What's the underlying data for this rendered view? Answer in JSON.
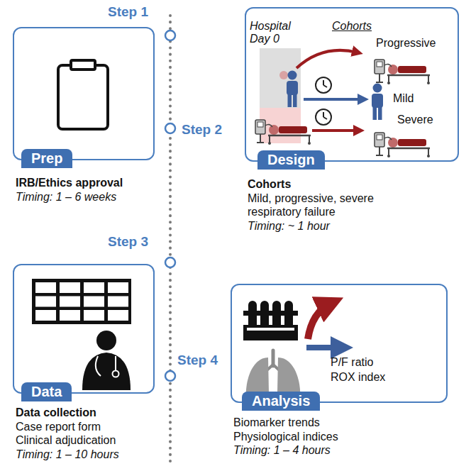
{
  "diagram": {
    "nodes": [
      {
        "text": [
          "IRB/Ethics approval",
          "Timing: 1 – 6 weeks"
        ]
      },
      {
        "text": [
          "Prep"
        ],
        "in": 0
      },
      {
        "text": [
          "Cohorts",
          "Mild, progressive, severe respiratory failure",
          "Timing: ~ 1 hour"
        ]
      },
      {
        "text": [
          "Design"
        ],
        "in": 2
      },
      {
        "text": [
          "Data collection",
          "Case report form",
          "Clinical adjudication",
          "Timing: 1 – 10 hours"
        ]
      },
      {
        "text": [
          "Data"
        ],
        "in": 4
      },
      {
        "text": [
          "Biomarker trends",
          "Physiological indices",
          "Timing: 1 – 4 hours"
        ]
      },
      {
        "text": [
          "Analysis"
        ],
        "in": 6
      }
    ],
    "labels": [
      "Step 1",
      "Step 2",
      "Step 3",
      "Step 4",
      "Hospital Day 0",
      "Cohorts",
      "Progressive",
      "Mild",
      "Severe",
      "P/F ratio",
      "ROX index"
    ]
  }
}
